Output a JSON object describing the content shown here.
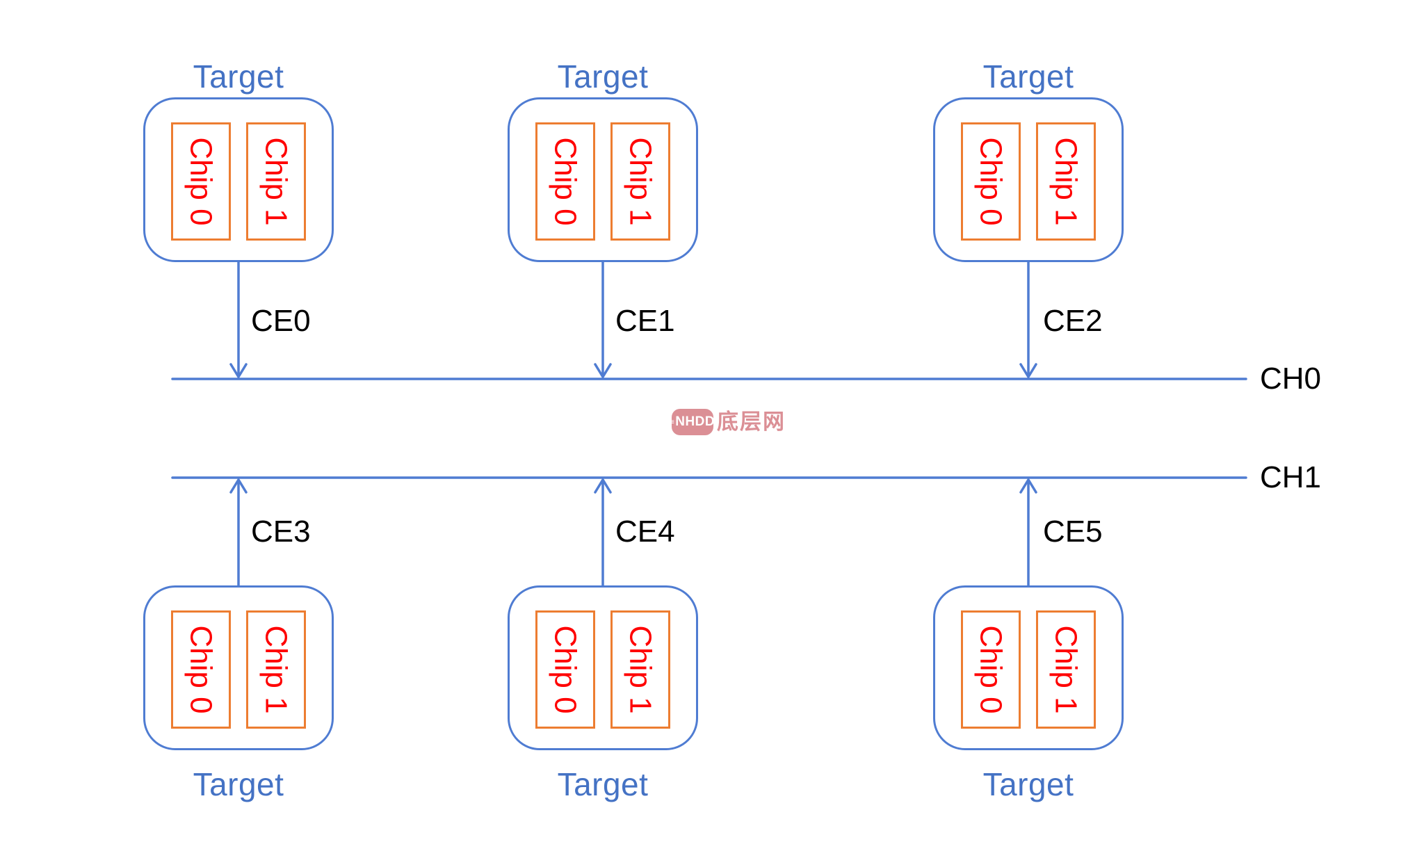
{
  "diagram": {
    "targets": [
      {
        "label": "Target",
        "chips": [
          "Chip 0",
          "Chip 1"
        ]
      },
      {
        "label": "Target",
        "chips": [
          "Chip 0",
          "Chip 1"
        ]
      },
      {
        "label": "Target",
        "chips": [
          "Chip 0",
          "Chip 1"
        ]
      },
      {
        "label": "Target",
        "chips": [
          "Chip 0",
          "Chip 1"
        ]
      },
      {
        "label": "Target",
        "chips": [
          "Chip 0",
          "Chip 1"
        ]
      },
      {
        "label": "Target",
        "chips": [
          "Chip 0",
          "Chip 1"
        ]
      }
    ],
    "ce_labels": [
      "CE0",
      "CE1",
      "CE2",
      "CE3",
      "CE4",
      "CE5"
    ],
    "channels": [
      "CH0",
      "CH1"
    ],
    "watermark": {
      "badge_icon": "≡",
      "badge_text": "NHDD",
      "site_text": "底层网"
    },
    "colors": {
      "line_blue": "#4f7cd2",
      "target_label_blue": "#4472c4",
      "chip_border_orange": "#ed7d31",
      "chip_text_red": "#ff0000",
      "ce_ch_label_black": "#000000",
      "watermark_pink": "#d8868d"
    }
  }
}
